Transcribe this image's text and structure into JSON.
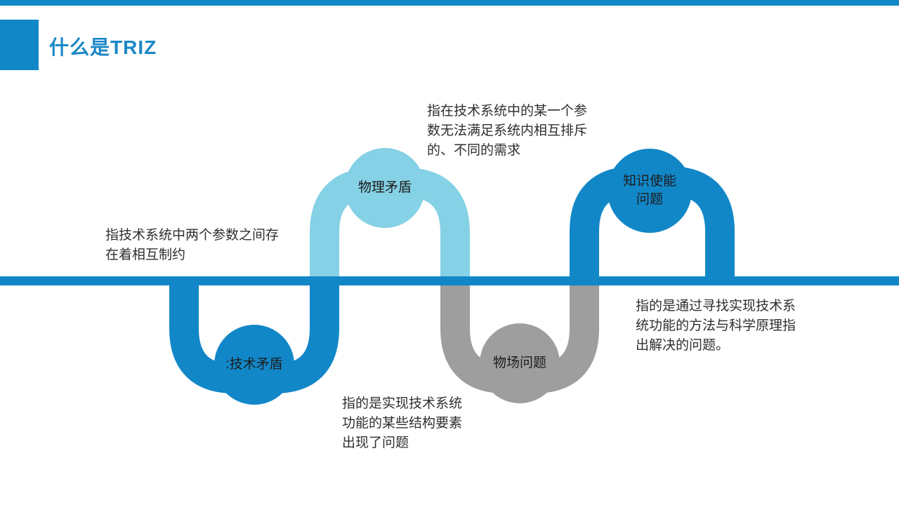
{
  "page": {
    "title": "什么是TRIZ"
  },
  "colors": {
    "accent_blue": "#1287c8",
    "light_blue": "#85d1e5",
    "gray": "#9e9e9e",
    "text_dark": "#2e2e2e"
  },
  "diagram": {
    "nodes": [
      {
        "id": "technical-contradiction",
        "label": ":技术矛盾",
        "color": "#1287c8"
      },
      {
        "id": "physical-contradiction",
        "label": "物理矛盾",
        "color": "#85d1e5"
      },
      {
        "id": "substance-field-problem",
        "label": "物场问题",
        "color": "#9e9e9e"
      },
      {
        "id": "knowledge-enabled-problem",
        "label": "知识使能\n问题",
        "color": "#1287c8"
      }
    ],
    "annotations": [
      {
        "for": "technical-contradiction",
        "text": "指技术系统中两个参数之间存\n在着相互制约"
      },
      {
        "for": "physical-contradiction",
        "text": "指在技术系统中的某一个参\n数无法满足系统内相互排斥\n的、不同的需求"
      },
      {
        "for": "substance-field-problem",
        "text": "指的是实现技术系统\n功能的某些结构要素\n出现了问题"
      },
      {
        "for": "knowledge-enabled-problem",
        "text": "指的是通过寻找实现技术系\n统功能的方法与科学原理指\n出解决的问题。"
      }
    ]
  }
}
